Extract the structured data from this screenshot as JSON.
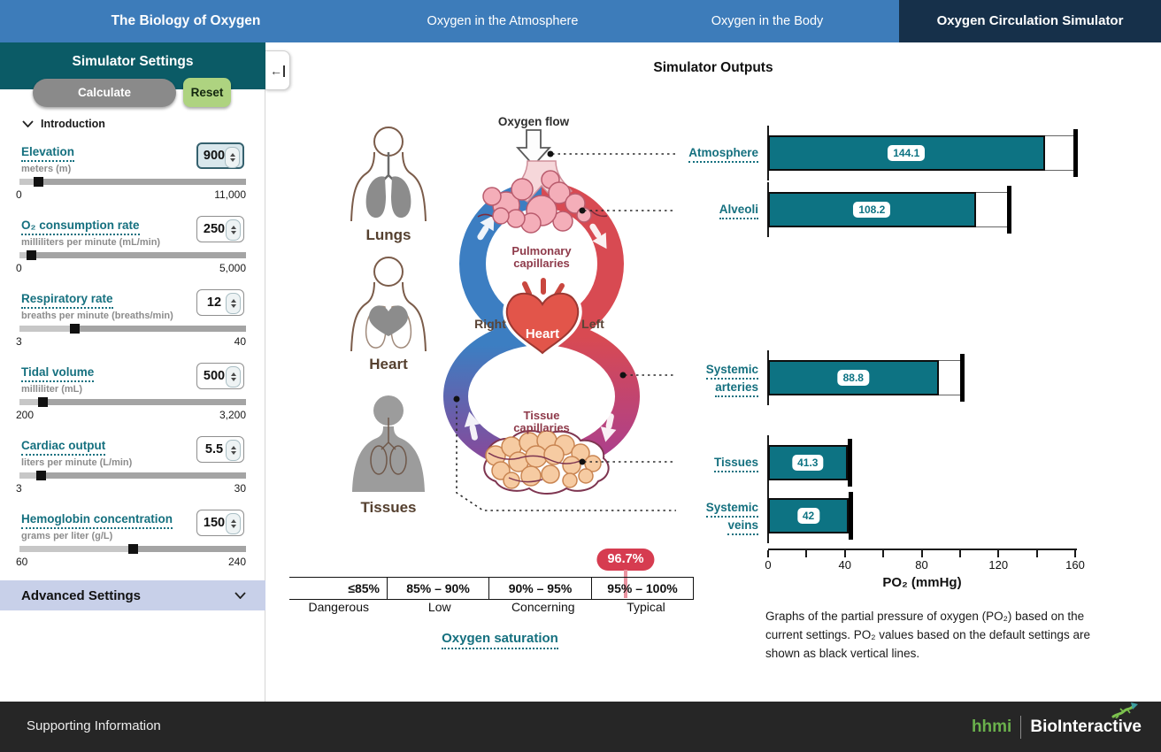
{
  "nav": {
    "tabs": [
      {
        "label": "The Biology of Oxygen",
        "active": false
      },
      {
        "label": "Oxygen in the Atmosphere",
        "active": false
      },
      {
        "label": "Oxygen in the Body",
        "active": false
      },
      {
        "label": "Oxygen Circulation Simulator",
        "active": true
      }
    ]
  },
  "sidebar": {
    "title": "Simulator Settings",
    "calculate_label": "Calculate",
    "reset_label": "Reset",
    "section_label": "Introduction",
    "advanced_label": "Advanced Settings",
    "controls": [
      {
        "id": "elevation",
        "label": "Elevation",
        "sub": "meters (m)",
        "value": "900",
        "min": 0,
        "max": 11000,
        "min_label": "0",
        "max_label": "11,000",
        "highlighted": true
      },
      {
        "id": "o2-consumption-rate",
        "label": "O₂ consumption rate",
        "sub": "milliliters per minute (mL/min)",
        "value": "250",
        "min": 0,
        "max": 5000,
        "min_label": "0",
        "max_label": "5,000",
        "highlighted": false
      },
      {
        "id": "respiratory-rate",
        "label": "Respiratory rate",
        "sub": "breaths per minute (breaths/min)",
        "value": "12",
        "min": 3,
        "max": 40,
        "min_label": "3",
        "max_label": "40",
        "highlighted": false
      },
      {
        "id": "tidal-volume",
        "label": "Tidal volume",
        "sub": "milliliter (mL)",
        "value": "500",
        "min": 200,
        "max": 3200,
        "min_label": "200",
        "max_label": "3,200",
        "highlighted": false
      },
      {
        "id": "cardiac-output",
        "label": "Cardiac output",
        "sub": "liters per minute (L/min)",
        "value": "5.5",
        "min": 3,
        "max": 30,
        "min_label": "3",
        "max_label": "30",
        "highlighted": false
      },
      {
        "id": "hemoglobin-concentration",
        "label": "Hemoglobin concentration",
        "sub": "grams per liter (g/L)",
        "value": "150",
        "min": 60,
        "max": 240,
        "min_label": "60",
        "max_label": "240",
        "highlighted": false
      }
    ]
  },
  "outputs": {
    "title": "Simulator Outputs",
    "caption": "Graphs of the partial pressure of oxygen (PO₂) based on the current settings. PO₂ values based on the default settings are shown as black vertical lines."
  },
  "diagram": {
    "oxygen_flow_label": "Oxygen flow",
    "figures": [
      {
        "label": "Lungs"
      },
      {
        "label": "Heart"
      },
      {
        "label": "Tissues"
      }
    ],
    "loop": {
      "pulmonary_top": "Pulmonary",
      "pulmonary_bottom": "capillaries",
      "tissue_top": "Tissue",
      "tissue_bottom": "capillaries",
      "right": "Right",
      "left": "Left",
      "heart": "Heart"
    },
    "colors": {
      "pulmonary_blue": "#3c7ec2",
      "systemic_red": "#d84a52",
      "vein_purple": "#8a4799",
      "artery_magenta": "#a93f90"
    }
  },
  "chart_data": {
    "type": "bar",
    "title": "Simulator Outputs",
    "xlabel": "PO₂ (mmHg)",
    "xlim": [
      0,
      160
    ],
    "xticks": [
      0,
      40,
      80,
      120,
      160
    ],
    "minor_tick_step": 20,
    "bar_color": "#0d7383",
    "categories": [
      "Atmosphere",
      "Alveoli",
      "Systemic arteries",
      "Tissues",
      "Systemic veins"
    ],
    "values": [
      144.1,
      108.2,
      88.8,
      41.3,
      42
    ],
    "default_values": [
      160,
      125.5,
      101,
      42.5,
      43.2
    ],
    "default_marker": "black vertical lines",
    "legend_position": "none",
    "grid": false
  },
  "saturation": {
    "value_label": "96.7%",
    "value_pct": 96.7,
    "badge_color": "#d63c50",
    "ranges": [
      {
        "range": "≤85%",
        "category": "Dangerous"
      },
      {
        "range": "85% – 90%",
        "category": "Low"
      },
      {
        "range": "90% – 95%",
        "category": "Concerning"
      },
      {
        "range": "95% – 100%",
        "category": "Typical"
      }
    ],
    "axis_label": "Oxygen saturation"
  },
  "footer": {
    "supporting_label": "Supporting Information",
    "brand_hhmi": "hhmi",
    "brand_bio": "BioInteractive"
  }
}
